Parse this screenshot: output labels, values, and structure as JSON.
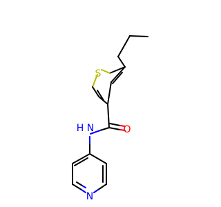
{
  "molecule": {
    "atoms": {
      "sulfur": "S",
      "oxygen": "O",
      "amide_n": "N",
      "amide_h": "H",
      "pyridine_n": "N"
    },
    "colors": {
      "bond": "#000000",
      "sulfur": "#b8b800",
      "oxygen": "#ff0000",
      "nitrogen": "#0000ff"
    }
  }
}
